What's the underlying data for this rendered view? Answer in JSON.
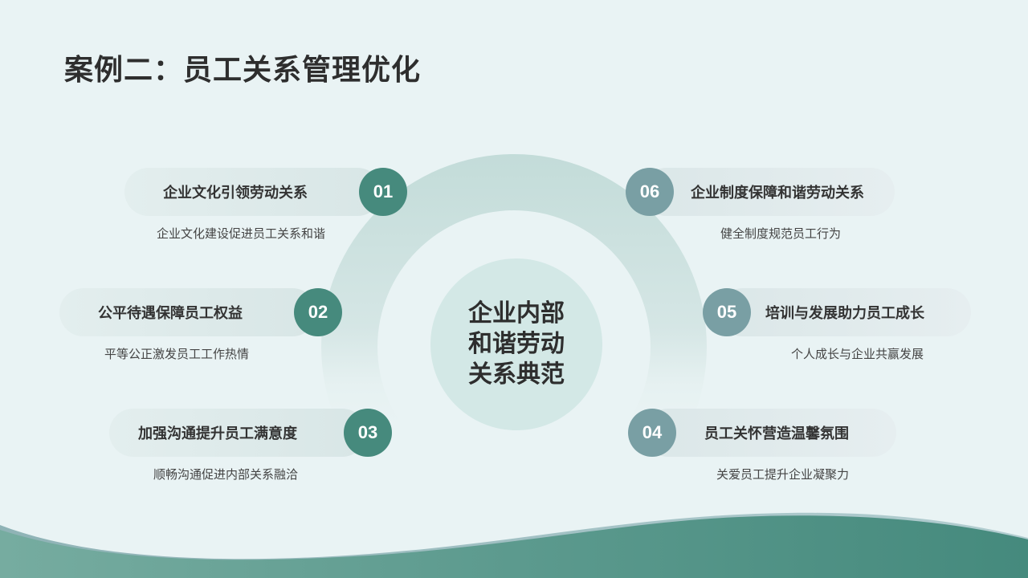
{
  "title": "案例二：员工关系管理优化",
  "center": {
    "line1": "企业内部",
    "line2": "和谐劳动",
    "line3": "关系典范"
  },
  "items": [
    {
      "num": "01",
      "label": "企业文化引领劳动关系",
      "desc": "企业文化建设促进员工关系和谐",
      "color": "#468a7d"
    },
    {
      "num": "02",
      "label": "公平待遇保障员工权益",
      "desc": "平等公正激发员工工作热情",
      "color": "#468a7d"
    },
    {
      "num": "03",
      "label": "加强沟通提升员工满意度",
      "desc": "顺畅沟通促进内部关系融洽",
      "color": "#468a7d"
    },
    {
      "num": "04",
      "label": "员工关怀营造温馨氛围",
      "desc": "关爱员工提升企业凝聚力",
      "color": "#799fa4"
    },
    {
      "num": "05",
      "label": "培训与发展助力员工成长",
      "desc": "个人成长与企业共赢发展",
      "color": "#799fa4"
    },
    {
      "num": "06",
      "label": "企业制度保障和谐劳动关系",
      "desc": "健全制度规范员工行为",
      "color": "#799fa4"
    }
  ],
  "colors": {
    "background": "#e9f3f4",
    "accent_green": "#468a7d",
    "accent_gray": "#799fa4",
    "wave_light": "#76aca0",
    "wave_dark": "#458a7d"
  }
}
